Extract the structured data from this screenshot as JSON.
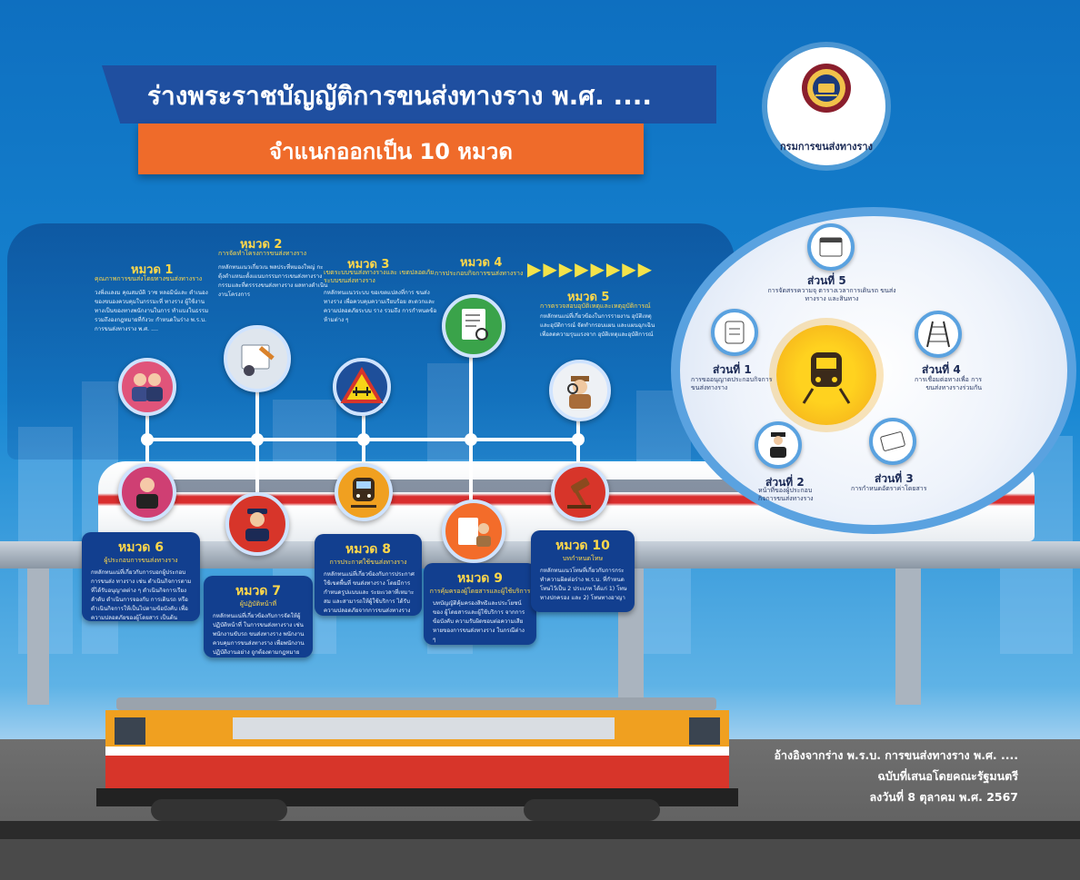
{
  "header": {
    "title": "ร่างพระราชบัญญัติการขนส่งทางราง พ.ศ. ....",
    "subtitle": "จำแนกออกเป็น 10 หมวด",
    "logo_label": "กรมการขนส่งทางราง"
  },
  "chapters": [
    {
      "title": "หมวด 1",
      "subtitle": "คุณภาพการขนส่งโดยทางขนส่งทางราง",
      "body": "วงพิ่งแลงม คุณสมบัติ วาซ หลอมิน์และ ดำเนองของขนองควบคุมในกรรมะที่ ทางราง ผู้ใช้งานทางเป็นของทางพนักงานในการ ทำแบงในธรรม รวมถึงองกฎหมายที่กังวะ กำหนดในร่าง พ.ร.บ. การขนส่งทางราง พ.ศ. ...."
    },
    {
      "title": "หมวด 2",
      "subtitle": "การจัดทำโครงการขนส่งทางราง",
      "body": "กหลักทนแนวเกี่ยวเน พลประที่หมองใหญ่ กะตุ้งตำแหนะตั้งเแนบกรรมการเขนส่งทางราง กรรมและที่ตรรรงขนส่งทางราง ผลทางดำเนินงานโครงการ"
    },
    {
      "title": "หมวด 3",
      "subtitle": "เขตระบบขนส่งทางรางและ เขตปลอดภัยระบบขนส่งทางราง",
      "body": "กหลักทนแนวระบบ ขอเขตแปลงที่การ ขนส่งทางราง เพื่อควบคุมความเรียบร้อย สะดวกและความปลอดภัยระบบ ราง รวมถึง การกำหนดข้อห้ามต่าง ๆ"
    },
    {
      "title": "หมวด 4",
      "subtitle": "การประกอบกิจการขนส่งทางราง",
      "body": ""
    },
    {
      "title": "หมวด 5",
      "subtitle": "การตรวจสอบอุบัติเหตุและเหตุอุบัติการณ์",
      "body": "กหลักทนแน่ที่เกี่ยวข้องในการรายงาน อุบัติเหตุและอุบัติการณ์ จัดทำกรอบแผน และแผนฉุกเฉินเพื่อลดความรุนแรงจาก อุบัติเหตุและอุบัติการณ์"
    },
    {
      "title": "หมวด 6",
      "subtitle": "ผู้ประกอบการขนส่งทางราง",
      "body": "กหลักทนแน่ที่เกี่ยวกับการบอกผู้ประกอบการขนส่ง ทางราง เช่น ดำเนินกิจการตามที่ได้รับอนุญาตต่าง ๆ ดำเนินกิจการเรียงลำดับ ดำเนินการจองกับ การเดินรถ หรือดำเนินกิจการให้เป็นไปตามข้อบังคับ เพื่อความปลอดภัยของผู้โดยสาร เป็นต้น"
    },
    {
      "title": "หมวด 7",
      "subtitle": "ผู้ปฏิบัติหน้าที่",
      "body": "กหลักทนแน่ที่เกี่ยวข้องกับการจัดให้ผู้ปฏิบัติหน้าที่ ในการขนส่งทางราง เช่น พนักงานขับรถ ขนส่งทางราง พนักงานควบคุมการขนส่งทางราง เพื่อพนักงานปฏิบัติงานอย่าง ถูกต้องตามกฎหมาย"
    },
    {
      "title": "หมวด 8",
      "subtitle": "การประกาศใช้ขนส่งทางราง",
      "body": "กหลักทนแน่ที่เกี่ยวข้องกับการประกาศใช้เขตพื้นที่ ขนส่งทางราง โดยมีการกำหนดรูปแบบและ ระยะเวลาที่เหมาะสม และสามารถให้ผู้ใช้บริการ ได้รับความปลอดภัยจากการขนส่งทางราง"
    },
    {
      "title": "หมวด 9",
      "subtitle": "การคุ้มครองผู้โดยสารและผู้ใช้บริการ",
      "body": "บทบัญญัติคุ้มครองสิทธิและประโยชน์ของ ผู้โดยสารและผู้ใช้บริการ จากการข้อบังคับ ความรับผิดชอบต่อความเสียหายของการขนส่งทางราง ในกรณีต่าง ๆ"
    },
    {
      "title": "หมวด 10",
      "subtitle": "บทกำหนดโทษ",
      "body": "กหลักทนแนวโทษที่เกี่ยวกับการกระทำความผิดต่อร่าง พ.ร.บ. ที่กำหนดโทษไว้เป็น 2 ประเภท ได้แก่ 1) โทษทางปกครอง และ 2) โทษทางอาญา"
    }
  ],
  "parts": [
    {
      "title": "ส่วนที่ 5",
      "subtitle": "การจัดสรรความจุ ตารางเวลาการเดินรถ ขนส่งทางราง และสินทาง"
    },
    {
      "title": "ส่วนที่ 1",
      "subtitle": "การขออนุญาตประกอบกิจการ ขนส่งทางราง"
    },
    {
      "title": "ส่วนที่ 4",
      "subtitle": "การเชื่อมต่อทางเพื่อ การขนส่งทางรางร่วมกัน"
    },
    {
      "title": "ส่วนที่ 2",
      "subtitle": "หน้าที่ของผู้ประกอบ กิจการขนส่งทางราง"
    },
    {
      "title": "ส่วนที่ 3",
      "subtitle": "การกำหนดอัตราค่าโดยสาร"
    }
  ],
  "reference": {
    "line1": "อ้างอิงจากร่าง พ.ร.บ. การขนส่งทางราง พ.ศ. ....",
    "line2": "ฉบับที่เสนอโดยคณะรัฐมนตรี",
    "line3": "ลงวันที่ 8 ตุลาคม พ.ศ. 2567"
  },
  "colors": {
    "primary_blue": "#1f4fa0",
    "accent_orange": "#ef6b2a",
    "chapter_yellow": "#ffd84a",
    "locomotive_orange": "#f0a020",
    "locomotive_red": "#d7352a"
  },
  "icons": [
    "business-people-icon",
    "signing-document-icon",
    "railway-crossing-sign-icon",
    "checklist-document-icon",
    "detective-icon",
    "manager-icon",
    "train-driver-icon",
    "train-front-icon",
    "passenger-service-icon",
    "gavel-icon",
    "calendar-icon",
    "scroll-icon",
    "railway-track-icon",
    "conductor-icon",
    "ticket-icon",
    "train-center-icon"
  ]
}
